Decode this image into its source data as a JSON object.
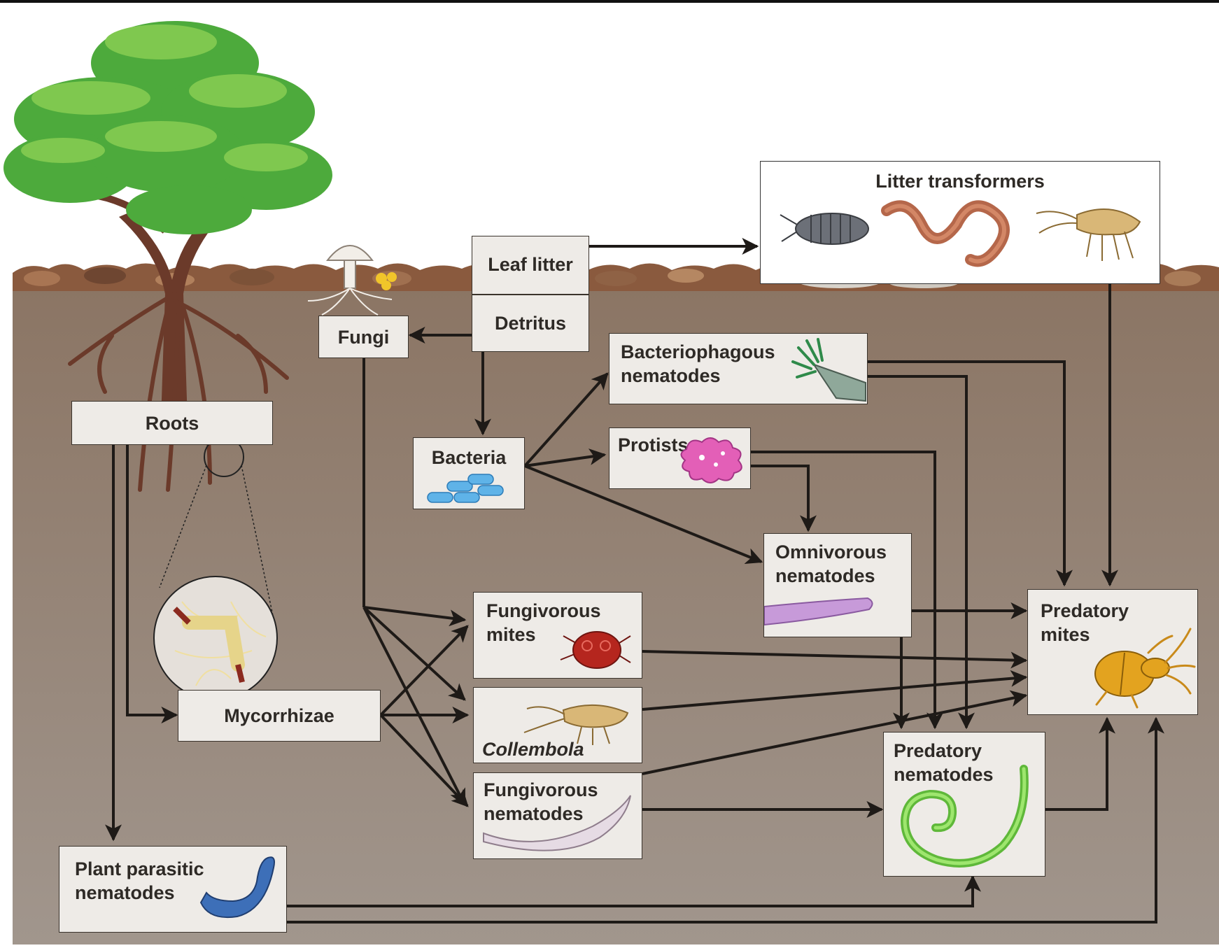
{
  "colors": {
    "sky": "#ffffff",
    "soil_top": "#8b7564",
    "soil_bottom": "#9e9288",
    "box_fill": "#eeebe7",
    "box_border": "#3a332c",
    "arrow": "#1e1a17",
    "text": "#2e2a26",
    "tree_green": "#4daa3c",
    "tree_green_light": "#7fc84f",
    "trunk_brown": "#6b3a2a",
    "bacteria_blue": "#5fb3e8",
    "protist_pink": "#e35fb7",
    "omnivore_purple": "#c79ad9",
    "predatory_nematode_green": "#7fd84f",
    "plant_parasite_blue": "#3d6fb8",
    "predatory_mite_orange": "#e3a31f",
    "fungivorous_mite_red": "#b5261e"
  },
  "nodes": {
    "leaf_litter": "Leaf litter",
    "detritus": "Detritus",
    "fungi": "Fungi",
    "roots": "Roots",
    "bacteria": "Bacteria",
    "bacteriophagous_nematodes": [
      "Bacteriophagous",
      "nematodes"
    ],
    "protists": "Protists",
    "omnivorous_nematodes": [
      "Omnivorous",
      "nematodes"
    ],
    "litter_transformers": "Litter transformers",
    "mycorrhizae": "Mycorrhizae",
    "fungivorous_mites": [
      "Fungivorous",
      "mites"
    ],
    "collembola": "Collembola",
    "fungivorous_nematodes": [
      "Fungivorous",
      "nematodes"
    ],
    "predatory_mites": [
      "Predatory",
      "mites"
    ],
    "predatory_nematodes": [
      "Predatory",
      "nematodes"
    ],
    "plant_parasitic_nematodes": [
      "Plant parasitic",
      "nematodes"
    ]
  },
  "icons": {
    "tree": "tree-icon",
    "mushroom": "mushroom-icon",
    "bacteria": "bacteria-icon",
    "bacteriophagous_nematode": "nematode-head-icon",
    "protist": "amoeba-icon",
    "omnivorous_nematode": "worm-icon",
    "woodlouse": "woodlouse-icon",
    "earthworm": "earthworm-icon",
    "amphipod": "amphipod-icon",
    "mycorrhiza_magnifier": "magnifier-icon",
    "fungivorous_mite": "mite-icon",
    "collembola": "springtail-icon",
    "fungivorous_nematode": "worm-icon",
    "predatory_mite": "mite-icon",
    "predatory_nematode": "coiled-worm-icon",
    "plant_parasitic_nematode": "worm-icon"
  },
  "edges": [
    {
      "from": "leaf_litter",
      "to": "litter_transformers"
    },
    {
      "from": "detritus",
      "to": "fungi"
    },
    {
      "from": "detritus",
      "to": "bacteria"
    },
    {
      "from": "bacteria",
      "to": "bacteriophagous_nematodes"
    },
    {
      "from": "bacteria",
      "to": "protists"
    },
    {
      "from": "bacteria",
      "to": "omnivorous_nematodes"
    },
    {
      "from": "protists",
      "to": "omnivorous_nematodes"
    },
    {
      "from": "protists",
      "to": "predatory_nematodes"
    },
    {
      "from": "bacteriophagous_nematodes",
      "to": "predatory_mites"
    },
    {
      "from": "bacteriophagous_nematodes",
      "to": "predatory_nematodes"
    },
    {
      "from": "litter_transformers",
      "to": "predatory_mites"
    },
    {
      "from": "omnivorous_nematodes",
      "to": "predatory_mites"
    },
    {
      "from": "omnivorous_nematodes",
      "to": "predatory_nematodes"
    },
    {
      "from": "fungi",
      "to": "fungivorous_mites"
    },
    {
      "from": "fungi",
      "to": "collembola"
    },
    {
      "from": "fungi",
      "to": "fungivorous_nematodes"
    },
    {
      "from": "roots",
      "to": "mycorrhizae"
    },
    {
      "from": "roots",
      "to": "plant_parasitic_nematodes"
    },
    {
      "from": "mycorrhizae",
      "to": "fungivorous_mites"
    },
    {
      "from": "mycorrhizae",
      "to": "collembola"
    },
    {
      "from": "mycorrhizae",
      "to": "fungivorous_nematodes"
    },
    {
      "from": "fungivorous_mites",
      "to": "predatory_mites"
    },
    {
      "from": "collembola",
      "to": "predatory_mites"
    },
    {
      "from": "fungivorous_nematodes",
      "to": "predatory_mites"
    },
    {
      "from": "fungivorous_nematodes",
      "to": "predatory_nematodes"
    },
    {
      "from": "predatory_nematodes",
      "to": "predatory_mites"
    },
    {
      "from": "plant_parasitic_nematodes",
      "to": "predatory_nematodes"
    },
    {
      "from": "plant_parasitic_nematodes",
      "to": "predatory_mites"
    }
  ]
}
